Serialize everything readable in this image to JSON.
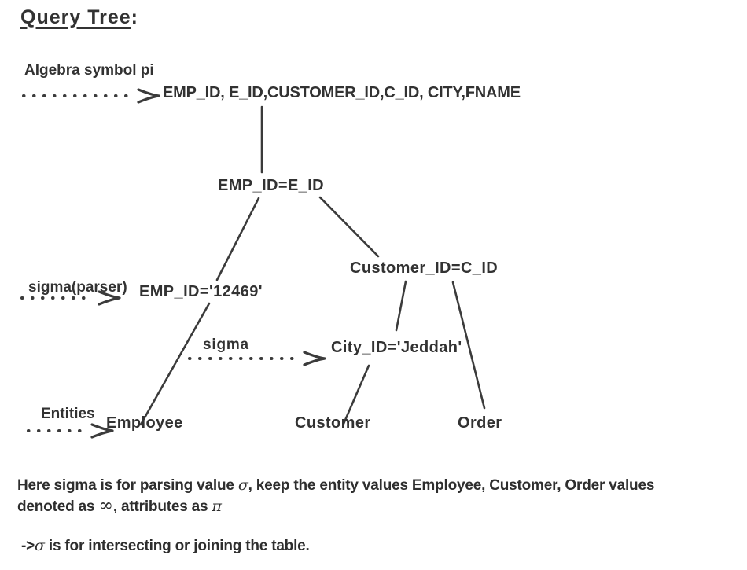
{
  "page": {
    "background": "#ffffff",
    "text_color": "#323232",
    "line_color": "#3b3b3b"
  },
  "title": {
    "text": "Query Tree",
    "colon": ":"
  },
  "tree": {
    "pi_annotation": "Algebra symbol pi",
    "projection_node": "EMP_ID, E_ID,CUSTOMER_ID,C_ID, CITY,FNAME",
    "join1_node": "EMP_ID=E_ID",
    "sigma_parser_annotation": "sigma(parser)",
    "selection1_node": "EMP_ID='12469'",
    "sigma_annotation": "sigma",
    "join2_node": "Customer_ID=C_ID",
    "selection2_node": "City_ID='Jeddah'",
    "entities_annotation": "Entities",
    "leaf_employee": "Employee",
    "leaf_customer": "Customer",
    "leaf_order": "Order"
  },
  "notes": {
    "p1a": "Here sigma is for parsing value ",
    "p1_sigma": "σ",
    "p1b": ", keep the entity values Employee, Customer, Order values",
    "p1c": "denoted as ",
    "p1_infinity": "∞",
    "p1d": ", attributes as ",
    "p1_pi": "π",
    "p2a": "->",
    "p2_sigma": "σ",
    "p2b": " is for intersecting or joining the table."
  }
}
